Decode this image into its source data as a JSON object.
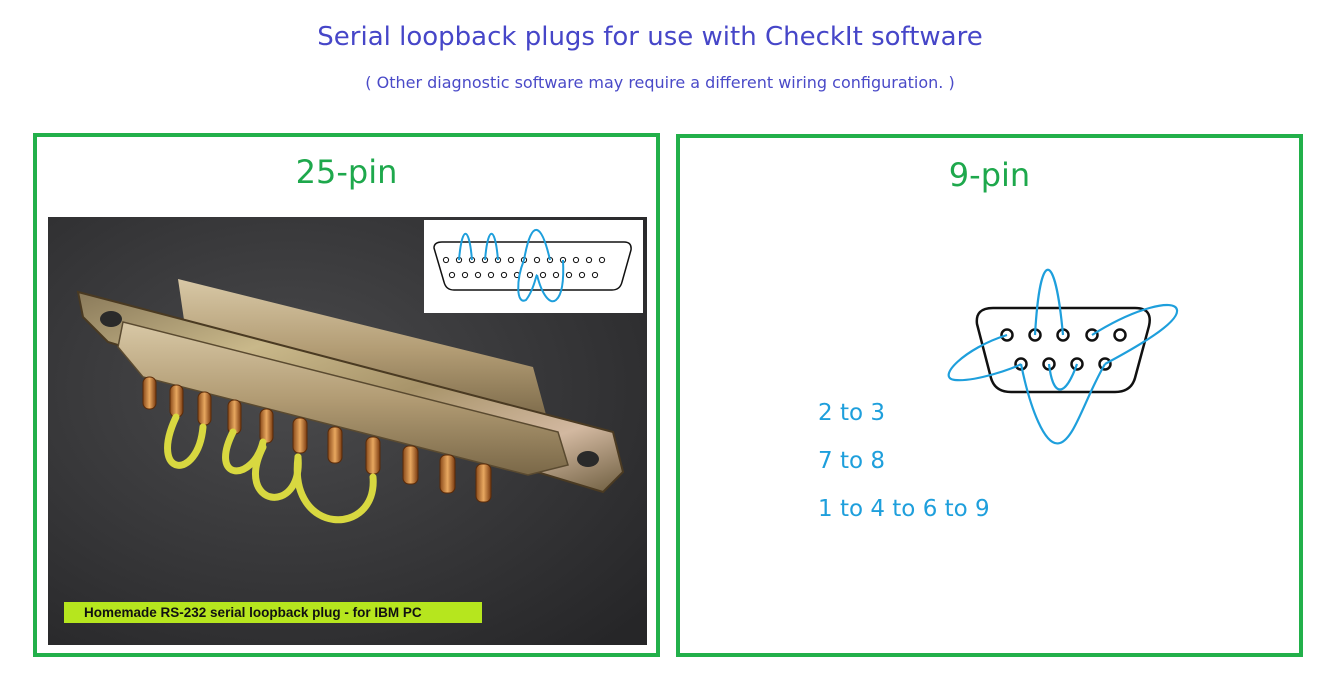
{
  "header": {
    "title": "Serial loopback plugs for use with CheckIt software",
    "subtitle": "( Other diagnostic software may require a different wiring configuration. )"
  },
  "panels": {
    "left": {
      "title": "25-pin",
      "photo_caption": "Homemade RS-232 serial loopback plug - for IBM PC"
    },
    "right": {
      "title": "9-pin",
      "mappings": [
        "2 to 3",
        "7 to 8",
        "1 to 4 to 6 to 9"
      ]
    }
  },
  "colors": {
    "frame": "#22b04a",
    "title_text": "#4646c8",
    "wire_diagram": "#1e9fdc",
    "caption_bg": "#b6e61e"
  }
}
